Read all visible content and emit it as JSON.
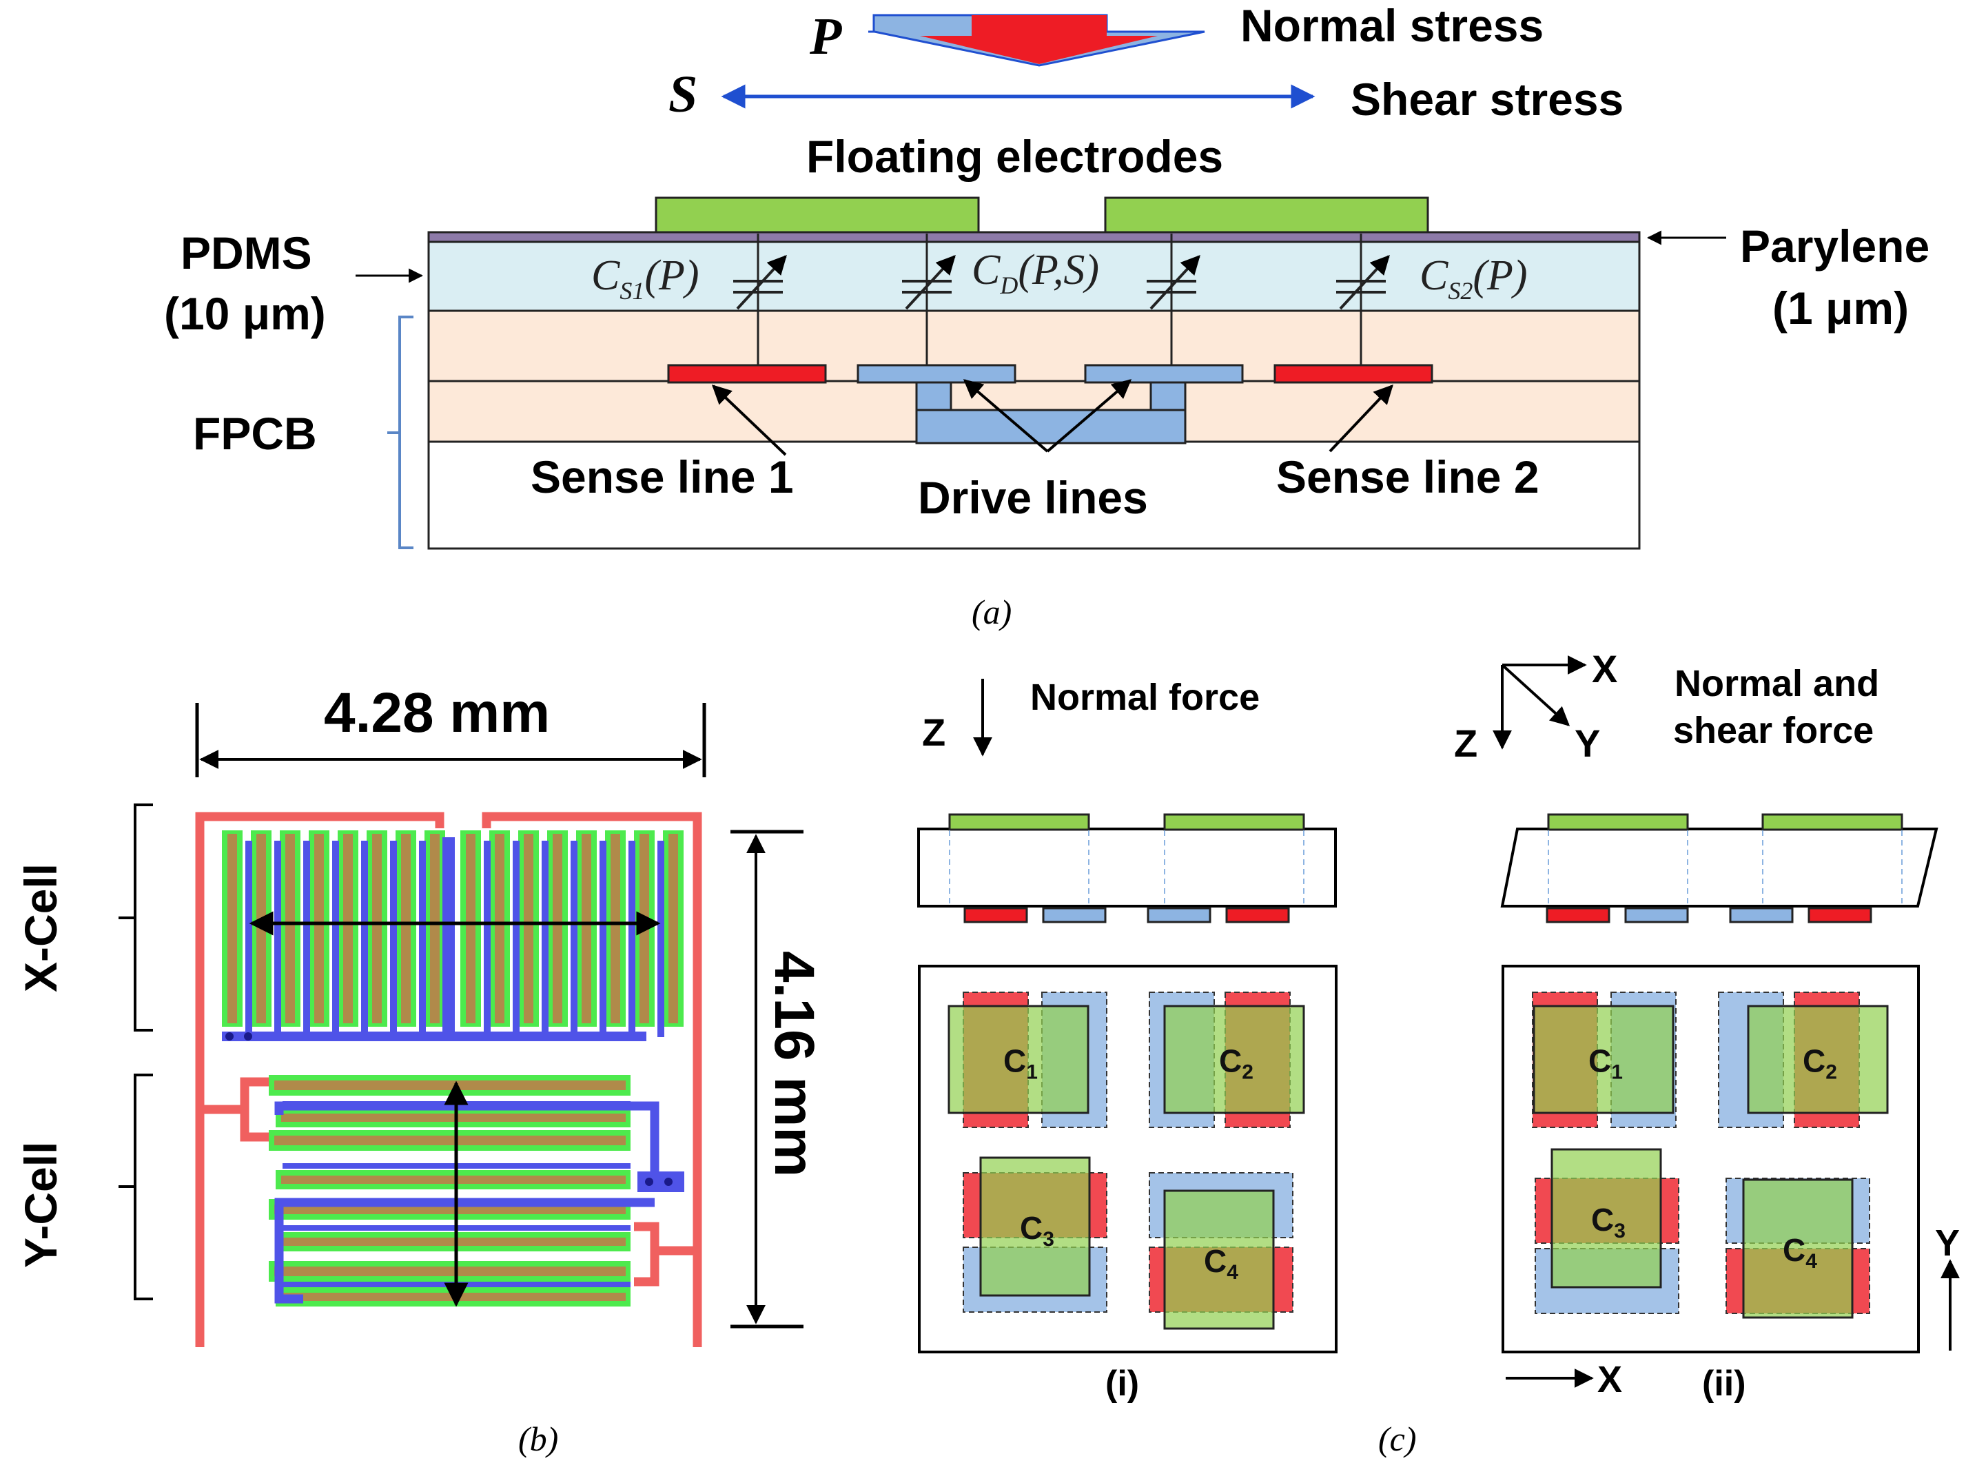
{
  "panel_a": {
    "force_p": "P",
    "force_s": "S",
    "normal_stress": "Normal stress",
    "shear_stress": "Shear stress",
    "floating_electrodes": "Floating electrodes",
    "pdms_name": "PDMS",
    "pdms_thickness": "(10 μm)",
    "parylene_name": "Parylene",
    "parylene_thickness": "(1 μm)",
    "fpcb": "FPCB",
    "sense_line_1": "Sense line 1",
    "drive_lines": "Drive lines",
    "sense_line_2": "Sense line 2",
    "cap_s1": "C",
    "cap_s1_sub": "S1",
    "cap_s1_arg": "(P)",
    "cap_d": "C",
    "cap_d_sub": "D",
    "cap_d_arg": "(P,S)",
    "cap_s2": "C",
    "cap_s2_sub": "S2",
    "cap_s2_arg": "(P)",
    "caption": "(a)"
  },
  "panel_b": {
    "width_dim": "4.28 mm",
    "height_dim": "4.16 mm",
    "x_cell": "X-Cell",
    "y_cell": "Y-Cell",
    "caption": "(b)"
  },
  "panel_c": {
    "i_axis_z": "Z",
    "i_force": "Normal force",
    "ii_axis_x": "X",
    "ii_axis_y": "Y",
    "ii_axis_z": "Z",
    "ii_force_line1": "Normal and",
    "ii_force_line2": "shear force",
    "c1": "C",
    "c1_sub": "1",
    "c2": "C",
    "c2_sub": "2",
    "c3": "C",
    "c3_sub": "3",
    "c4": "C",
    "c4_sub": "4",
    "bottom_axis_x": "X",
    "side_axis_y": "Y",
    "label_i": "(i)",
    "label_ii": "(ii)",
    "caption": "(c)"
  },
  "colors": {
    "green_electrode": "#92d050",
    "red_sense": "#ee1c25",
    "blue_drive": "#8db4e2",
    "pdms": "#daeef3",
    "fpcb": "#fde9d9",
    "layout_red": "#f0605f",
    "layout_blue": "#4f53e8",
    "layout_brown": "#b08a4a",
    "layout_green": "#4dea4d",
    "arrow_blue": "#1f4fd0"
  }
}
